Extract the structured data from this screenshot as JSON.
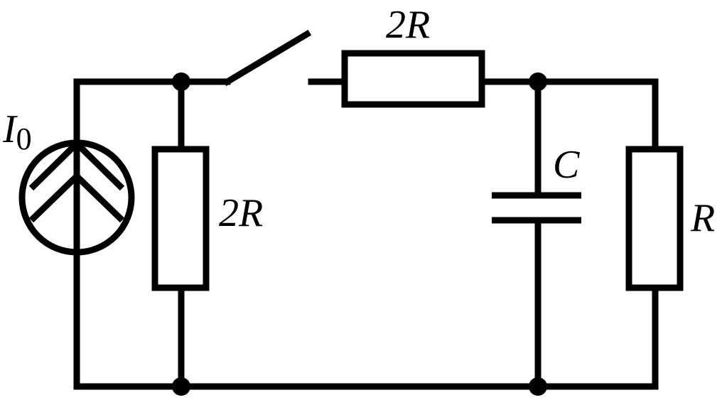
{
  "labels": {
    "source_symbol": "I",
    "source_subscript": "0",
    "resistor_series": "2R",
    "resistor_shunt": "2R",
    "capacitor": "C",
    "resistor_load": "R"
  }
}
